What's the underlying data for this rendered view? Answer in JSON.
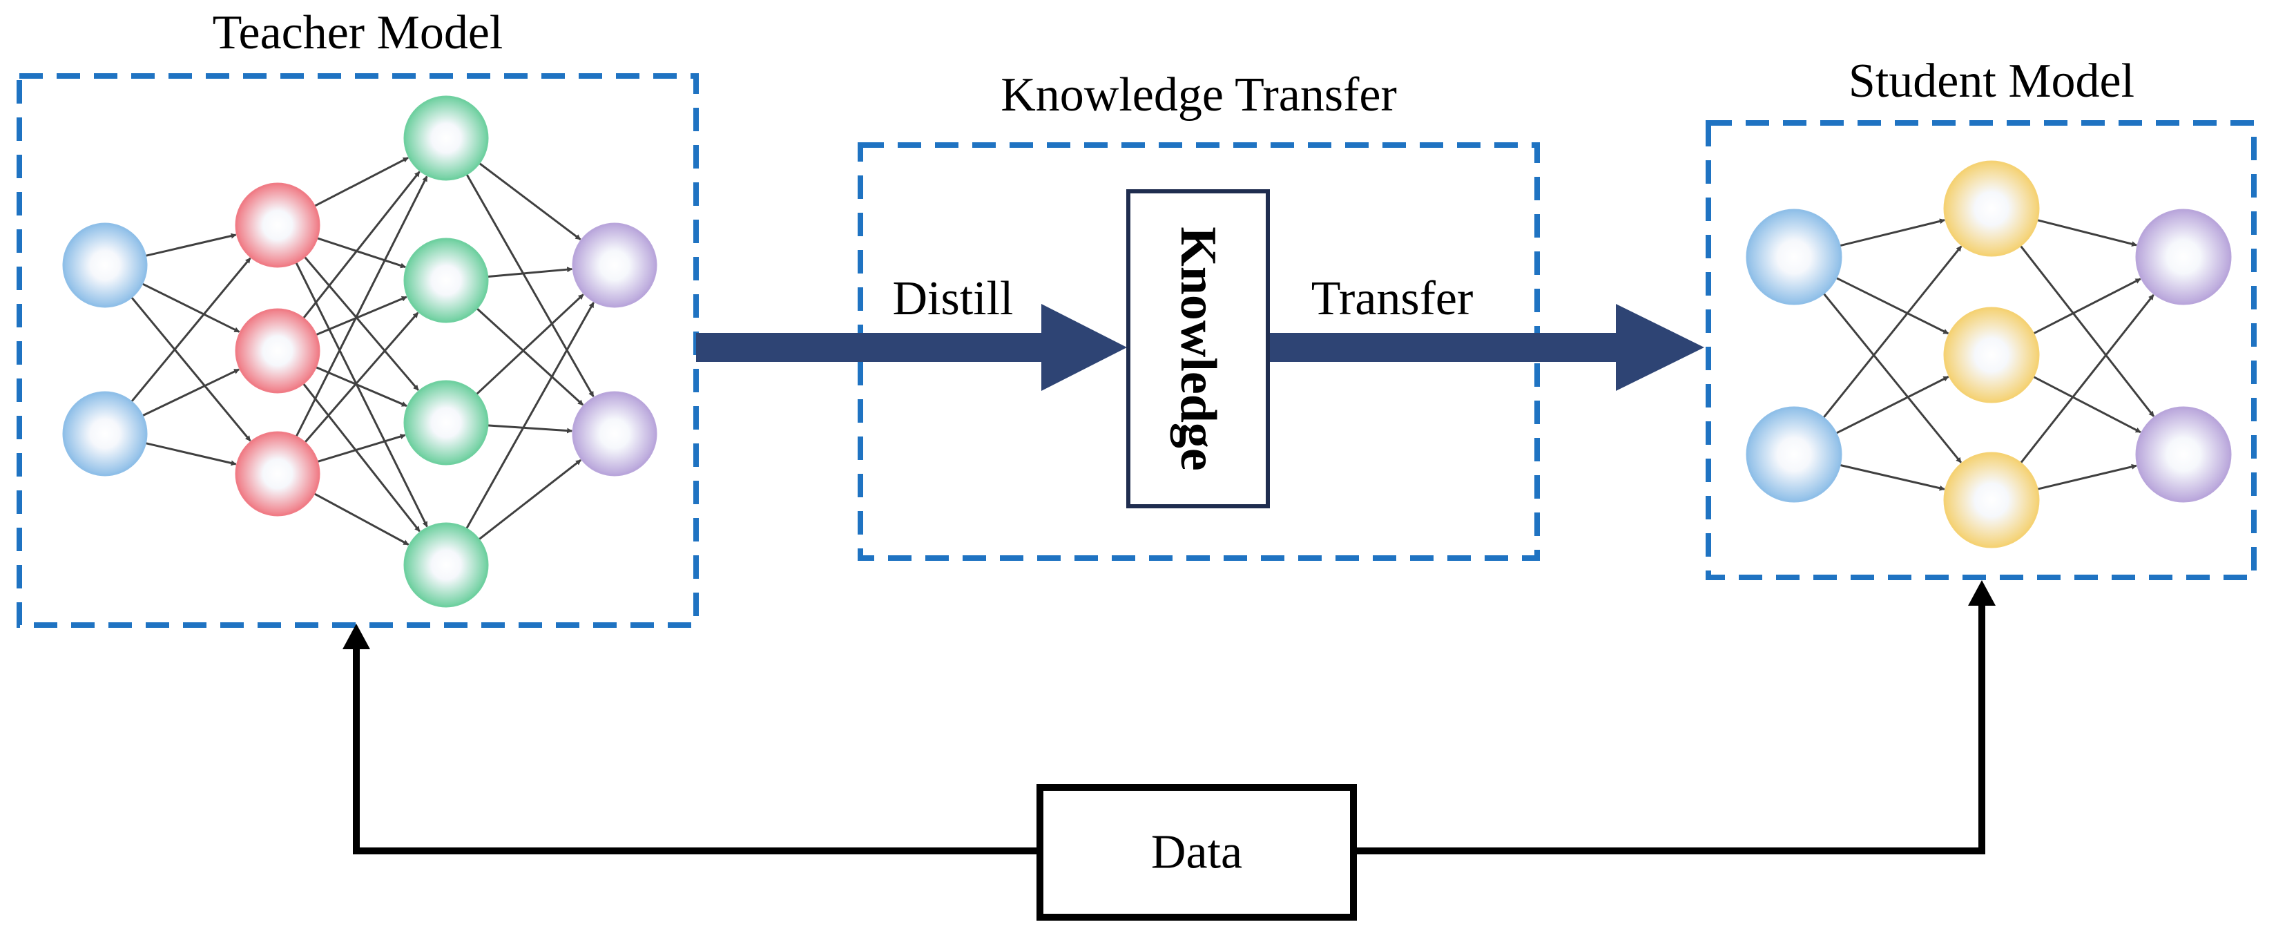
{
  "teacher": {
    "title": "Teacher Model",
    "layers": [
      {
        "color": "#8FBFE8"
      },
      {
        "color": "#F07C86"
      },
      {
        "color": "#6FD0A0"
      },
      {
        "color": "#B9A6DB"
      }
    ]
  },
  "student": {
    "title": "Student Model",
    "layers": [
      {
        "color": "#8FBFE8"
      },
      {
        "color": "#F5D274"
      },
      {
        "color": "#B9A6DB"
      }
    ]
  },
  "transfer": {
    "title": "Knowledge Transfer",
    "distill_label": "Distill",
    "knowledge_label": "Knowledge",
    "transfer_label": "Transfer"
  },
  "data": {
    "label": "Data"
  },
  "colors": {
    "dashed_border": "#1F73C2",
    "main_arrow": "#2E4474",
    "knowledge_box_border": "#1F2D4F",
    "edge": "#404040"
  }
}
